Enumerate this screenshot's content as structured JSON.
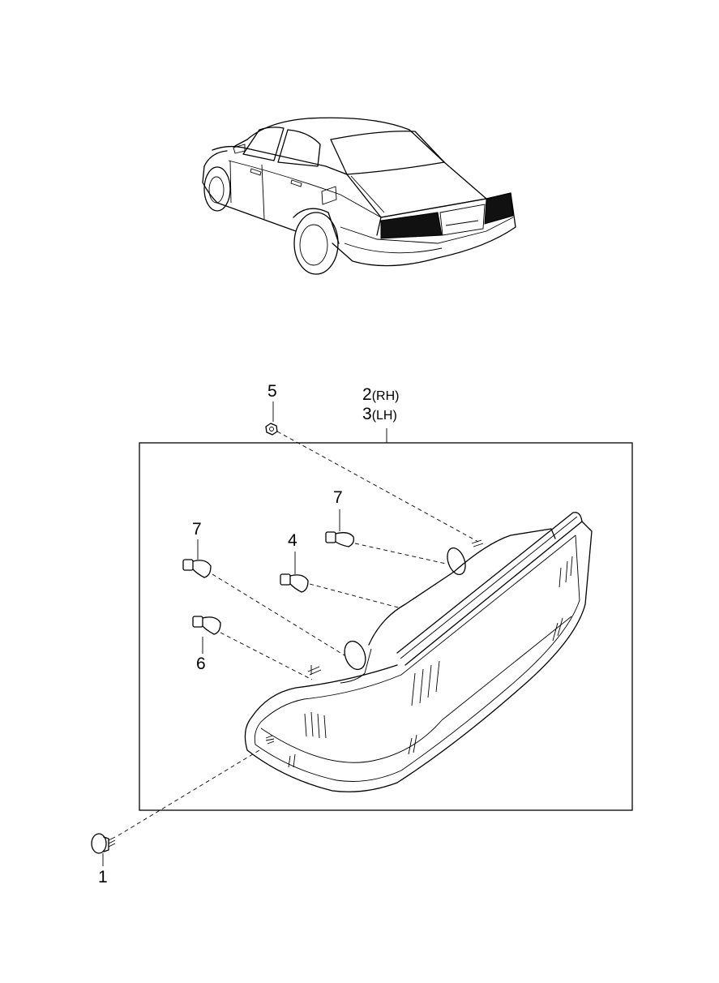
{
  "callouts": {
    "c1": "1",
    "c2": "2",
    "c2_side": "(RH)",
    "c3": "3",
    "c3_side": "(LH)",
    "c4": "4",
    "c5": "5",
    "c6": "6",
    "c7a": "7",
    "c7b": "7"
  }
}
